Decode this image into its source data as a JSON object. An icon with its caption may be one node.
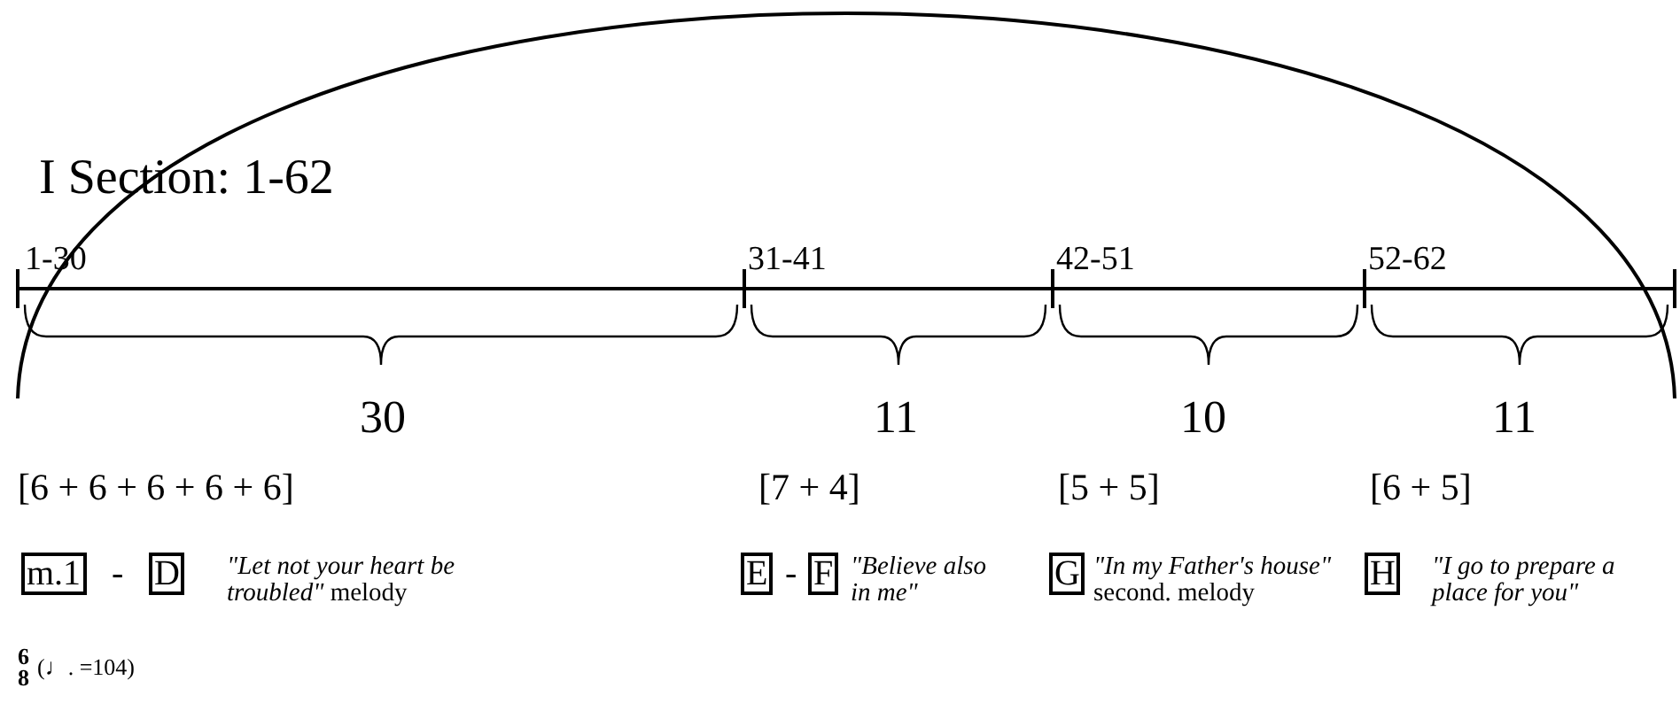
{
  "diagram": {
    "nodes": [
      {
        "text": [
          "m.1"
        ]
      },
      {
        "text": [
          "D"
        ],
        "beside": [
          "*\"Let not your heart be troubled\"* melody"
        ]
      },
      {
        "text": [
          "E"
        ]
      },
      {
        "text": [
          "F"
        ],
        "beside": [
          "*\"Believe also in me\"*"
        ]
      },
      {
        "text": [
          "G"
        ],
        "beside": [
          "*\"In my Father's house\"* second. melody"
        ]
      },
      {
        "text": [
          "H"
        ],
        "beside": [
          "*\"I go to prepare a place for you\"*"
        ]
      }
    ],
    "labels": [
      "I Section: 1-62",
      "1-30",
      "31-41",
      "42-51",
      "52-62",
      "30",
      "11",
      "10",
      "11",
      "[6 + 6 + 6 + 6 + 6]",
      "[7 + 4]",
      "[5 + 5]",
      "[6 + 5]",
      "-",
      "-",
      "6",
      "8",
      "(♩. =104)"
    ]
  }
}
